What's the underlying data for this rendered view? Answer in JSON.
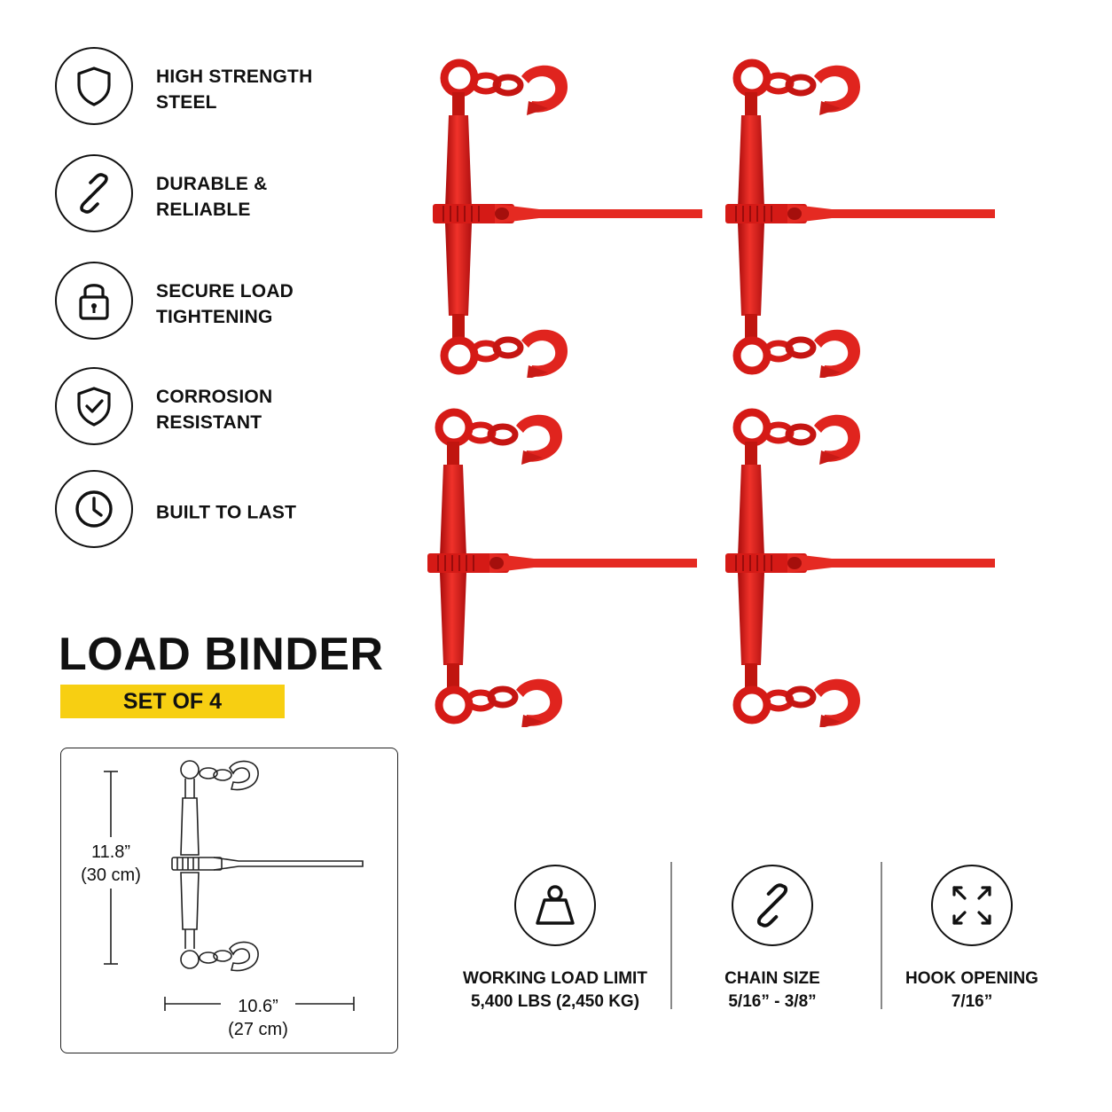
{
  "features": [
    {
      "icon": "shield-icon",
      "label": "HIGH STRENGTH\nSTEEL"
    },
    {
      "icon": "chain-link-icon",
      "label": "DURABLE &\nRELIABLE"
    },
    {
      "icon": "padlock-icon",
      "label": "SECURE LOAD\nTIGHTENING"
    },
    {
      "icon": "shield-check-icon",
      "label": "CORROSION\nRESISTANT"
    },
    {
      "icon": "clock-icon",
      "label": "BUILT TO LAST"
    }
  ],
  "product": {
    "title": "LOAD BINDER",
    "subtitle": "SET OF 4",
    "accent_color": "#f7cf12",
    "binder_color": "#e0201b"
  },
  "dimensions": {
    "height": "11.8”\n(30 cm)",
    "width": "10.6”\n(27 cm)"
  },
  "specs": [
    {
      "icon": "weight-icon",
      "name": "WORKING LOAD LIMIT",
      "value": "5,400 LBS (2,450 KG)"
    },
    {
      "icon": "chain-link-icon",
      "name": "CHAIN SIZE",
      "value": "5/16” - 3/8”"
    },
    {
      "icon": "expand-arrows-icon",
      "name": "HOOK OPENING",
      "value": "7/16”"
    }
  ]
}
